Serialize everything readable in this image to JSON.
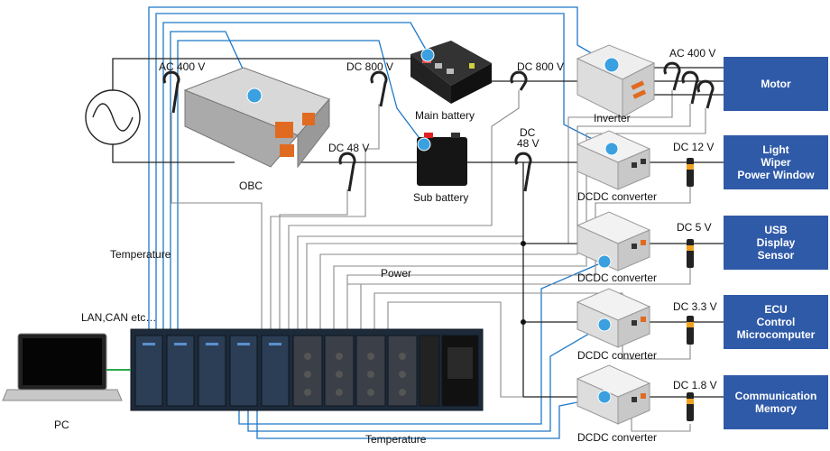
{
  "labels": {
    "ac400_left": "AC 400 V",
    "dc800_left": "DC 800 V",
    "dc800_right": "DC 800 V",
    "ac400_right": "AC 400 V",
    "dc48_left": "DC 48 V",
    "dc_mid": "DC",
    "v48_mid": "48 V",
    "dc12": "DC 12 V",
    "dc5": "DC 5 V",
    "dc33": "DC 3.3 V",
    "dc18": "DC 1.8 V",
    "obc": "OBC",
    "main_battery": "Main battery",
    "sub_battery": "Sub battery",
    "inverter": "Inverter",
    "dcdc1": "DCDC converter",
    "dcdc2": "DCDC converter",
    "dcdc3": "DCDC converter",
    "dcdc4": "DCDC converter",
    "temperature_top": "Temperature",
    "temperature_bottom": "Temperature",
    "power": "Power",
    "lan_can": "LAN,CAN etc…",
    "pc": "PC"
  },
  "loads": {
    "motor": [
      "Motor"
    ],
    "light": [
      "Light",
      "Wiper",
      "Power Window"
    ],
    "usb": [
      "USB",
      "Display",
      "Sensor"
    ],
    "ecu": [
      "ECU",
      "Control",
      "Microcomputer"
    ],
    "comm": [
      "Communication",
      "Memory"
    ]
  },
  "colors": {
    "load_box": "#2f5aa8",
    "signal_wire": "#1e78c8",
    "power_wire": "#222222",
    "sensor_wire": "#888888",
    "lan_wire": "#2aa84a",
    "marker": "#3aa0e0",
    "probe_tip": "#f0a020"
  },
  "icons": {
    "ac_source": "ac-sine-source-icon",
    "pc": "laptop-icon",
    "logger": "data-logger-icon"
  }
}
